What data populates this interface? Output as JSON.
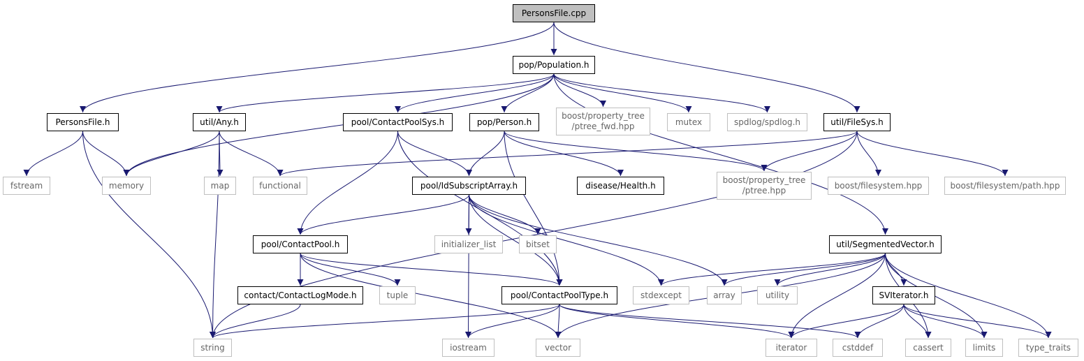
{
  "colors": {
    "edge": "#191970",
    "root_fill": "#bfbfbf",
    "local_border": "#000000",
    "system_border": "#bfbfbf",
    "system_text": "#666666"
  },
  "nodes": {
    "personsfile_cpp": "PersonsFile.cpp",
    "pop_population_h": "pop/Population.h",
    "personsfile_h": "PersonsFile.h",
    "util_any_h": "util/Any.h",
    "pool_contactpoolsys_h": "pool/ContactPoolSys.h",
    "pop_person_h": "pop/Person.h",
    "boost_ptree_fwd": [
      "boost/property_tree",
      "/ptree_fwd.hpp"
    ],
    "mutex": "mutex",
    "spdlog_h": "spdlog/spdlog.h",
    "util_filesys_h": "util/FileSys.h",
    "fstream": "fstream",
    "memory": "memory",
    "map": "map",
    "functional": "functional",
    "pool_idsubscriptarray_h": "pool/IdSubscriptArray.h",
    "disease_health_h": "disease/Health.h",
    "boost_ptree": [
      "boost/property_tree",
      "/ptree.hpp"
    ],
    "boost_filesystem": "boost/filesystem.hpp",
    "boost_filesystem_path": "boost/filesystem/path.hpp",
    "pool_contactpool_h": "pool/ContactPool.h",
    "initializer_list": "initializer_list",
    "bitset": "bitset",
    "util_segmentedvector_h": "util/SegmentedVector.h",
    "contact_contactlogmode_h": "contact/ContactLogMode.h",
    "tuple": "tuple",
    "pool_contactpooltype_h": "pool/ContactPoolType.h",
    "stdexcept": "stdexcept",
    "array": "array",
    "utility": "utility",
    "sviterator_h": "SVIterator.h",
    "string": "string",
    "iostream": "iostream",
    "vector": "vector",
    "iterator": "iterator",
    "cstddef": "cstddef",
    "cassert": "cassert",
    "limits": "limits",
    "type_traits": "type_traits"
  },
  "edges": [
    [
      "personsfile_cpp",
      "pop_population_h"
    ],
    [
      "personsfile_cpp",
      "personsfile_h"
    ],
    [
      "personsfile_cpp",
      "util_filesys_h"
    ],
    [
      "pop_population_h",
      "util_any_h"
    ],
    [
      "pop_population_h",
      "pool_contactpoolsys_h"
    ],
    [
      "pop_population_h",
      "pop_person_h"
    ],
    [
      "pop_population_h",
      "boost_ptree_fwd"
    ],
    [
      "pop_population_h",
      "mutex"
    ],
    [
      "pop_population_h",
      "spdlog_h"
    ],
    [
      "pop_population_h",
      "memory"
    ],
    [
      "pop_population_h",
      "util_segmentedvector_h"
    ],
    [
      "personsfile_h",
      "fstream"
    ],
    [
      "personsfile_h",
      "memory"
    ],
    [
      "personsfile_h",
      "string"
    ],
    [
      "util_any_h",
      "memory"
    ],
    [
      "util_any_h",
      "map"
    ],
    [
      "util_any_h",
      "functional"
    ],
    [
      "util_any_h",
      "string"
    ],
    [
      "pool_contactpoolsys_h",
      "pool_idsubscriptarray_h"
    ],
    [
      "pool_contactpoolsys_h",
      "pool_contactpool_h"
    ],
    [
      "pool_contactpoolsys_h",
      "pool_contactpooltype_h"
    ],
    [
      "pop_person_h",
      "pool_idsubscriptarray_h"
    ],
    [
      "pop_person_h",
      "disease_health_h"
    ],
    [
      "pop_person_h",
      "boost_ptree"
    ],
    [
      "pop_person_h",
      "pool_contactpooltype_h"
    ],
    [
      "util_filesys_h",
      "functional"
    ],
    [
      "util_filesys_h",
      "boost_ptree"
    ],
    [
      "util_filesys_h",
      "boost_filesystem"
    ],
    [
      "util_filesys_h",
      "boost_filesystem_path"
    ],
    [
      "util_filesys_h",
      "string"
    ],
    [
      "pool_idsubscriptarray_h",
      "pool_contactpool_h"
    ],
    [
      "pool_idsubscriptarray_h",
      "initializer_list"
    ],
    [
      "pool_idsubscriptarray_h",
      "bitset"
    ],
    [
      "pool_idsubscriptarray_h",
      "pool_contactpooltype_h"
    ],
    [
      "pool_idsubscriptarray_h",
      "stdexcept"
    ],
    [
      "pool_idsubscriptarray_h",
      "array"
    ],
    [
      "pool_idsubscriptarray_h",
      "iostream"
    ],
    [
      "pool_contactpool_h",
      "contact_contactlogmode_h"
    ],
    [
      "pool_contactpool_h",
      "tuple"
    ],
    [
      "pool_contactpool_h",
      "pool_contactpooltype_h"
    ],
    [
      "pool_contactpool_h",
      "vector"
    ],
    [
      "contact_contactlogmode_h",
      "string"
    ],
    [
      "pool_contactpooltype_h",
      "string"
    ],
    [
      "pool_contactpooltype_h",
      "iostream"
    ],
    [
      "pool_contactpooltype_h",
      "vector"
    ],
    [
      "pool_contactpooltype_h",
      "iterator"
    ],
    [
      "pool_contactpooltype_h",
      "cstddef"
    ],
    [
      "util_segmentedvector_h",
      "stdexcept"
    ],
    [
      "util_segmentedvector_h",
      "array"
    ],
    [
      "util_segmentedvector_h",
      "utility"
    ],
    [
      "util_segmentedvector_h",
      "sviterator_h"
    ],
    [
      "util_segmentedvector_h",
      "vector"
    ],
    [
      "util_segmentedvector_h",
      "iterator"
    ],
    [
      "util_segmentedvector_h",
      "cassert"
    ],
    [
      "util_segmentedvector_h",
      "limits"
    ],
    [
      "util_segmentedvector_h",
      "type_traits"
    ],
    [
      "sviterator_h",
      "iterator"
    ],
    [
      "sviterator_h",
      "cstddef"
    ],
    [
      "sviterator_h",
      "cassert"
    ],
    [
      "sviterator_h",
      "limits"
    ],
    [
      "sviterator_h",
      "type_traits"
    ]
  ]
}
